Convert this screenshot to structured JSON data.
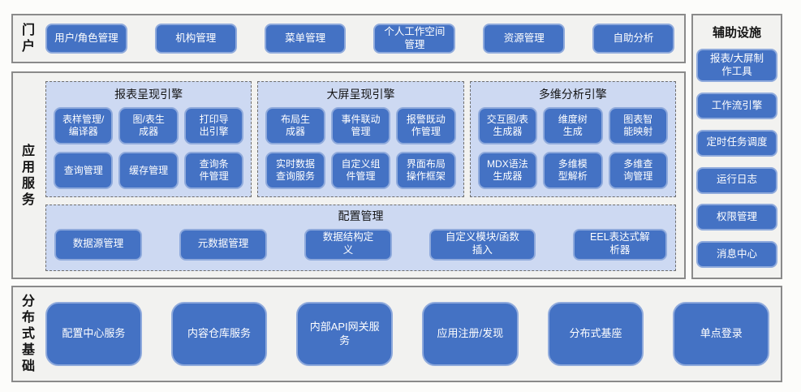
{
  "portal": {
    "label": "门户",
    "blocks": [
      "用户/角色管理",
      "机构管理",
      "菜单管理",
      "个人工作空间管理",
      "资源管理",
      "自助分析"
    ]
  },
  "app_services": {
    "label": "应用服务",
    "engines": [
      {
        "title": "报表呈现引擎",
        "blocks": [
          "表样管理/\n编译器",
          "图/表生\n成器",
          "打印导\n出引擎",
          "查询管理",
          "缓存管理",
          "查询条\n件管理"
        ]
      },
      {
        "title": "大屏呈现引擎",
        "blocks": [
          "布局生\n成器",
          "事件联动\n管理",
          "报警既动\n作管理",
          "实时数据\n查询服务",
          "自定义组\n件管理",
          "界面布局\n操作框架"
        ]
      },
      {
        "title": "多维分析引擎",
        "blocks": [
          "交互图/表\n生成器",
          "维度树\n生成",
          "图表智\n能映射",
          "MDX语法\n生成器",
          "多维模\n型解析",
          "多维查\n询管理"
        ]
      }
    ],
    "config": {
      "title": "配置管理",
      "blocks": [
        "数据源管理",
        "元数据管理",
        "数据结构定义",
        "自定义模块/函数插入",
        "EEL表达式解析器"
      ]
    }
  },
  "aux": {
    "label": "辅助设施",
    "blocks": [
      "报表/大屏制\n作工具",
      "工作流引擎",
      "定时任务调度",
      "运行日志",
      "权限管理",
      "消息中心"
    ]
  },
  "foundation": {
    "label": "分布式基础",
    "blocks": [
      "配置中心服务",
      "内容仓库服务",
      "内部API网关服务",
      "应用注册/发现",
      "分布式基座",
      "单点登录"
    ]
  },
  "colors": {
    "block_fill": "#4472c4",
    "block_border": "#8faadc",
    "group_fill": "#cdd9f2",
    "section_fill": "#f2f2f0",
    "section_border": "#8a8a8a",
    "block_text": "#ffffff"
  }
}
